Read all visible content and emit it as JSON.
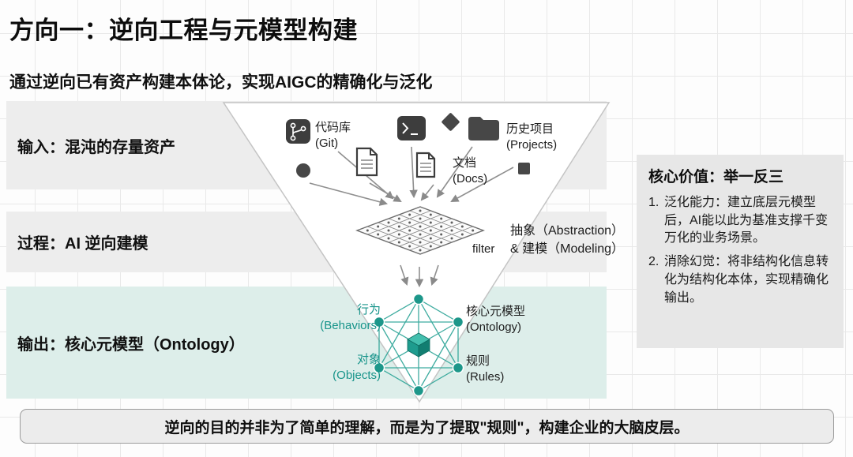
{
  "page": {
    "title": "方向一：逆向工程与元模型构建",
    "subtitle": "通过逆向已有资产构建本体论，实现AIGC的精确化与泛化"
  },
  "bands": {
    "input": "输入：混沌的存量资产",
    "process": "过程：AI 逆向建模",
    "output": "输出：核心元模型（Ontology）"
  },
  "funnel": {
    "git_label": "代码库\n(Git)",
    "projects_label": "历史项目\n(Projects)",
    "docs_label": "文档\n(Docs)",
    "filter_label": "filter",
    "abstraction_label": "抽象（Abstraction）\n& 建模（Modeling）"
  },
  "ontology": {
    "behaviors": "行为\n(Behaviors)",
    "core": "核心元模型\n(Ontology)",
    "objects": "对象\n(Objects)",
    "rules": "规则\n(Rules)"
  },
  "value_box": {
    "title": "核心价值：举一反三",
    "items": [
      {
        "num": "1.",
        "text": "泛化能力：建立底层元模型后，AI能以此为基准支撑千变万化的业务场景。"
      },
      {
        "num": "2.",
        "text": "消除幻觉：将非结构化信息转化为结构化本体，实现精确化输出。"
      }
    ]
  },
  "footer": "逆向的目的并非为了简单的理解，而是为了提取\"规则\"，构建企业的大脑皮层。",
  "colors": {
    "teal_accent": "#1d978a",
    "band_gray": "#ededed",
    "band_teal": "#ddeeea",
    "box_gray": "#e7e7e7"
  }
}
